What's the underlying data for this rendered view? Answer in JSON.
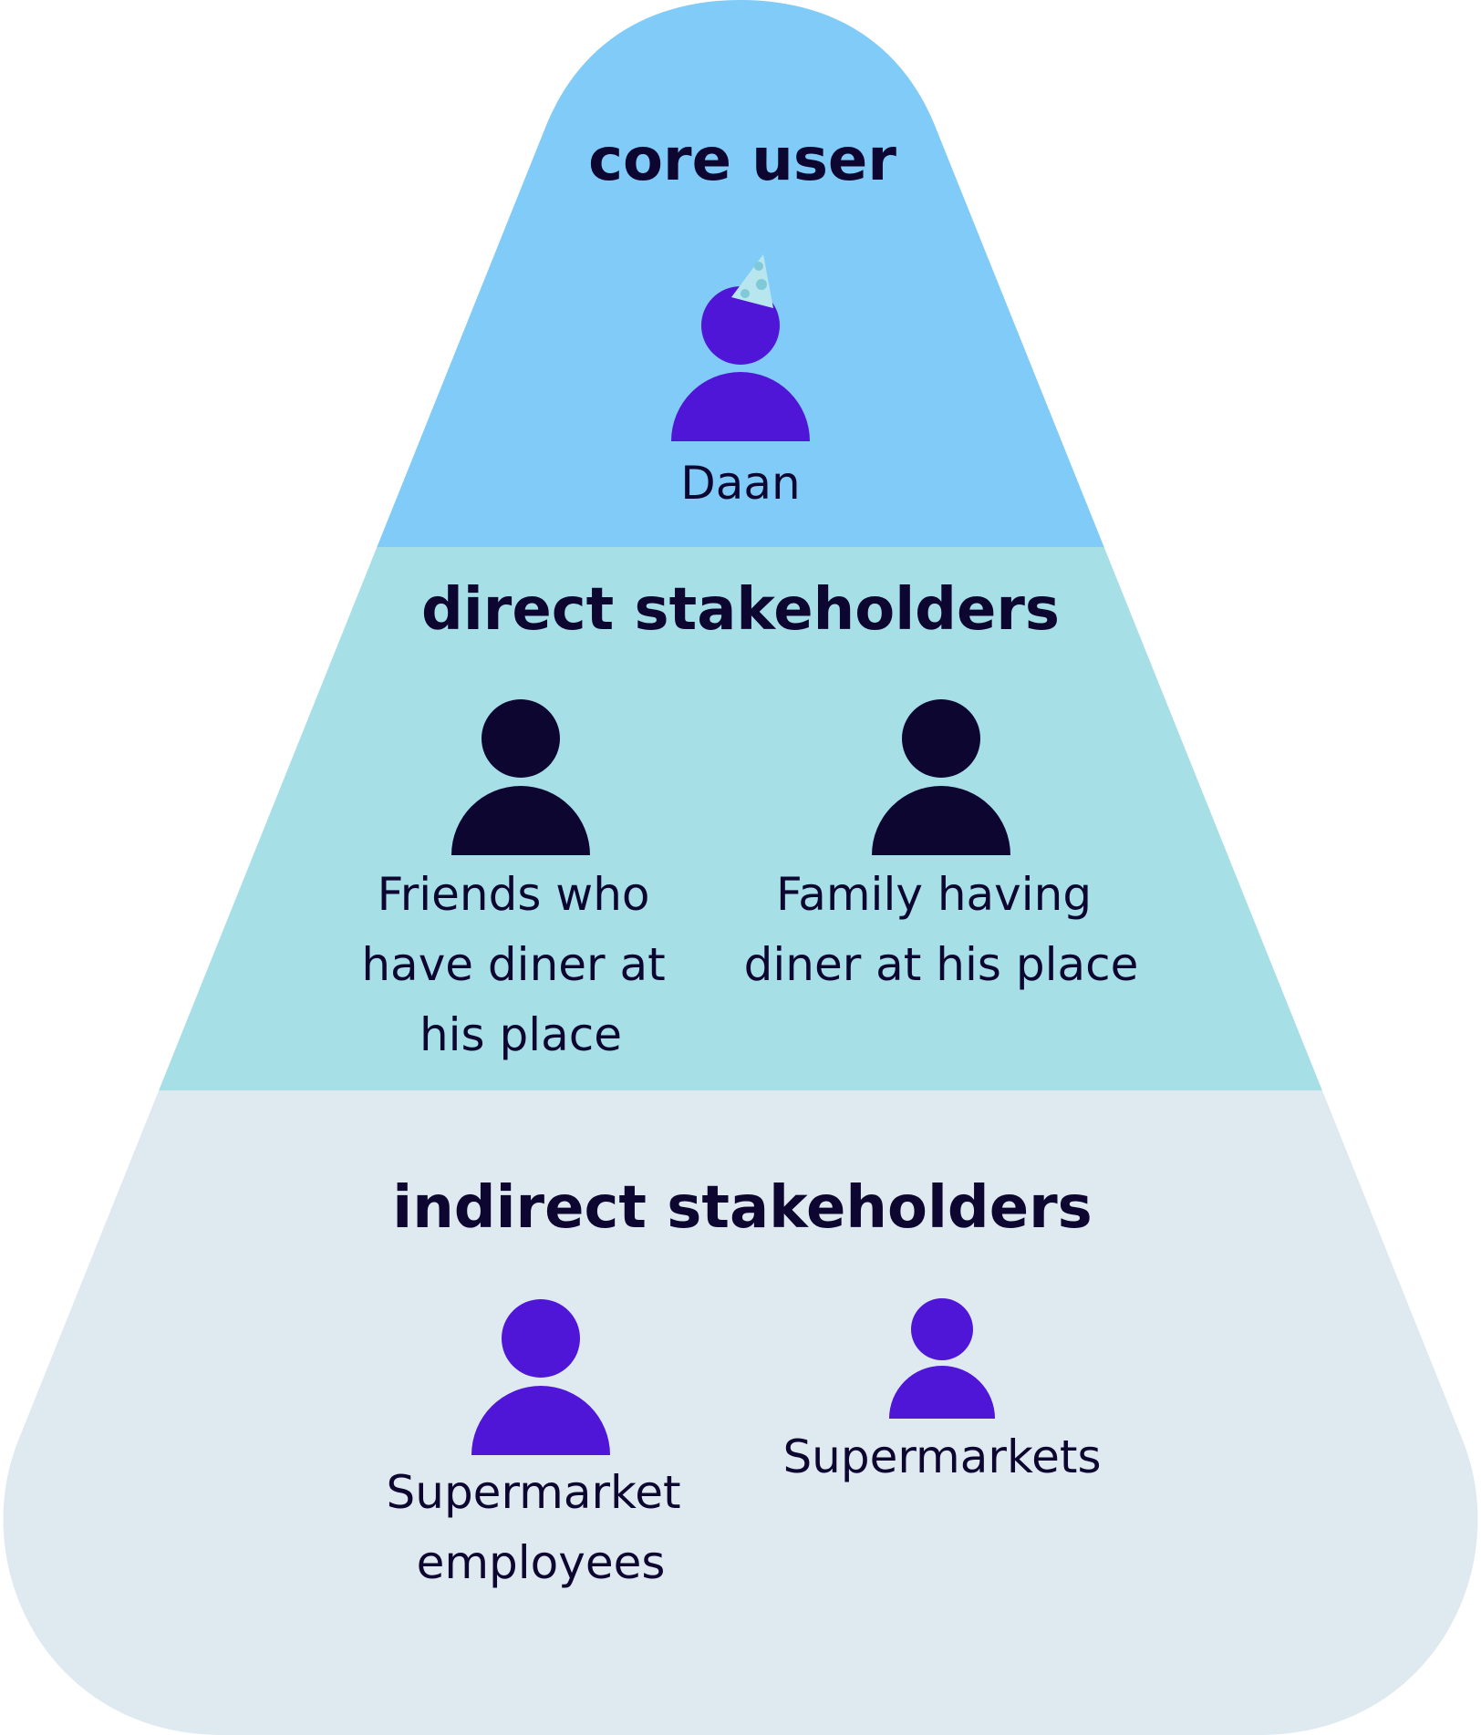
{
  "colors": {
    "core_band": "#80cbf8",
    "direct_band": "#a7dfe7",
    "indirect_band": "#deeaf0",
    "purple_person": "#4f16d7",
    "dark_person": "#0d0630",
    "text": "#0d0630",
    "hat": "#b8e6ee",
    "hat_dots": "#80c9d8"
  },
  "core": {
    "title": "core user",
    "people": [
      {
        "icon": "person-with-party-hat-icon",
        "label_lines": [
          "Daan"
        ]
      }
    ]
  },
  "direct": {
    "title": "direct stakeholders",
    "people": [
      {
        "icon": "person-icon",
        "label_lines": [
          "Friends who",
          "have diner at",
          "his place"
        ]
      },
      {
        "icon": "person-icon",
        "label_lines": [
          "Family having",
          "diner at his place"
        ]
      }
    ]
  },
  "indirect": {
    "title": "indirect stakeholders",
    "people": [
      {
        "icon": "person-icon",
        "label_lines": [
          "Supermarket",
          "employees"
        ]
      },
      {
        "icon": "person-icon",
        "label_lines": [
          "Supermarkets"
        ]
      }
    ]
  }
}
